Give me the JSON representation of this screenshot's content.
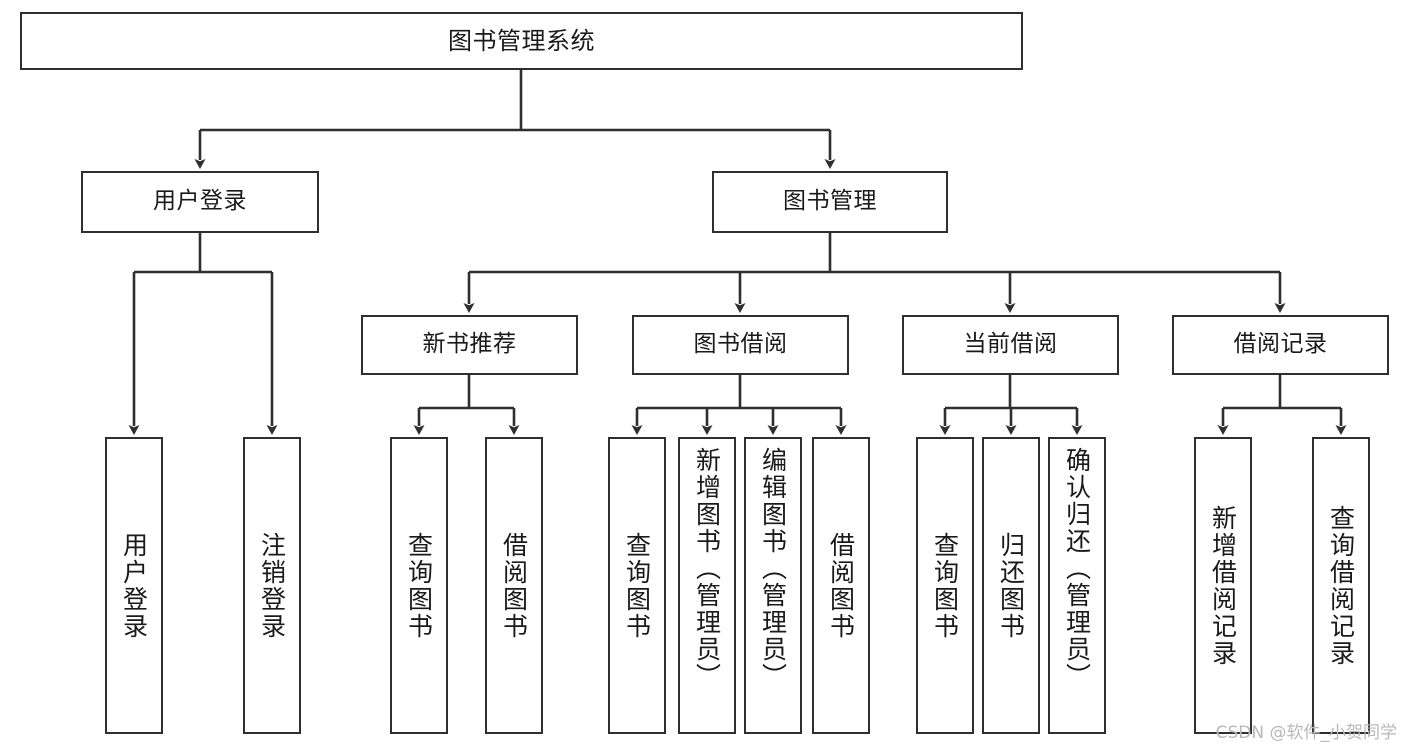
{
  "diagram": {
    "title": "图书管理系统",
    "type": "tree-hierarchy",
    "orientation": "top-down",
    "colors": {
      "box_border": "#2f2f2f",
      "box_fill": "#ffffff",
      "edge": "#2f2f2f",
      "text": "#1a1a1a",
      "watermark": "#b8b8b8"
    }
  },
  "watermark": "CSDN @软件_小贺同学",
  "nodes": {
    "root": {
      "label": "图书管理系统"
    },
    "level2": [
      {
        "id": "user-login",
        "label": "用户登录"
      },
      {
        "id": "book-manage",
        "label": "图书管理"
      }
    ],
    "level3": [
      {
        "id": "new-book-recommend",
        "label": "新书推荐"
      },
      {
        "id": "book-borrow",
        "label": "图书借阅"
      },
      {
        "id": "current-borrow",
        "label": "当前借阅"
      },
      {
        "id": "borrow-record",
        "label": "借阅记录"
      }
    ],
    "leaves": {
      "user_login": [
        {
          "id": "leaf-user-login",
          "label": "用户登录"
        },
        {
          "id": "leaf-logout-login",
          "label": "注销登录"
        }
      ],
      "new_book_recommend": [
        {
          "id": "leaf-query-book-1",
          "label": "查询图书"
        },
        {
          "id": "leaf-borrow-book-1",
          "label": "借阅图书"
        }
      ],
      "book_borrow": [
        {
          "id": "leaf-query-book-2",
          "label": "查询图书"
        },
        {
          "id": "leaf-add-book",
          "label": "新增图书（管理员）"
        },
        {
          "id": "leaf-edit-book",
          "label": "编辑图书（管理员）"
        },
        {
          "id": "leaf-borrow-book-2",
          "label": "借阅图书"
        }
      ],
      "current_borrow": [
        {
          "id": "leaf-query-book-3",
          "label": "查询图书"
        },
        {
          "id": "leaf-return-book",
          "label": "归还图书"
        },
        {
          "id": "leaf-confirm-return",
          "label": "确认归还（管理员）"
        }
      ],
      "borrow_record": [
        {
          "id": "leaf-add-record",
          "label": "新增借阅记录"
        },
        {
          "id": "leaf-query-record",
          "label": "查询借阅记录"
        }
      ]
    }
  }
}
